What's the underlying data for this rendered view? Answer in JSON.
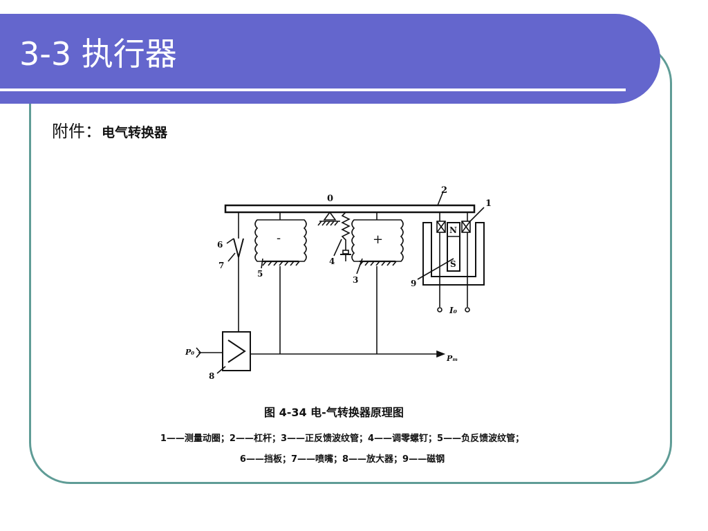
{
  "header": {
    "title": "3-3  执行器"
  },
  "subtitle": {
    "prefix": "附件：",
    "name": "电气转换器"
  },
  "diagram": {
    "labels": {
      "pivot": "0",
      "coil_num": "1",
      "lever_num": "2",
      "pos_bellows_num": "3",
      "zero_screw_num": "4",
      "neg_bellows_num": "5",
      "baffle_num": "6",
      "nozzle_num": "7",
      "amplifier_num": "8",
      "magnet_num": "9",
      "minus": "-",
      "plus": "+",
      "north": "N",
      "south": "S",
      "current": "I₀",
      "input_pressure": "P₀",
      "output_pressure": "Pₘ"
    },
    "caption": "图 4-34   电-气转换器原理图",
    "legend_lines": [
      "1——测量动圈；2——杠杆；3——正反馈波纹管；4——调零螺钉；5——负反馈波纹管；",
      "6——挡板；7——喷嘴；8——放大器；9——磁钢"
    ]
  }
}
